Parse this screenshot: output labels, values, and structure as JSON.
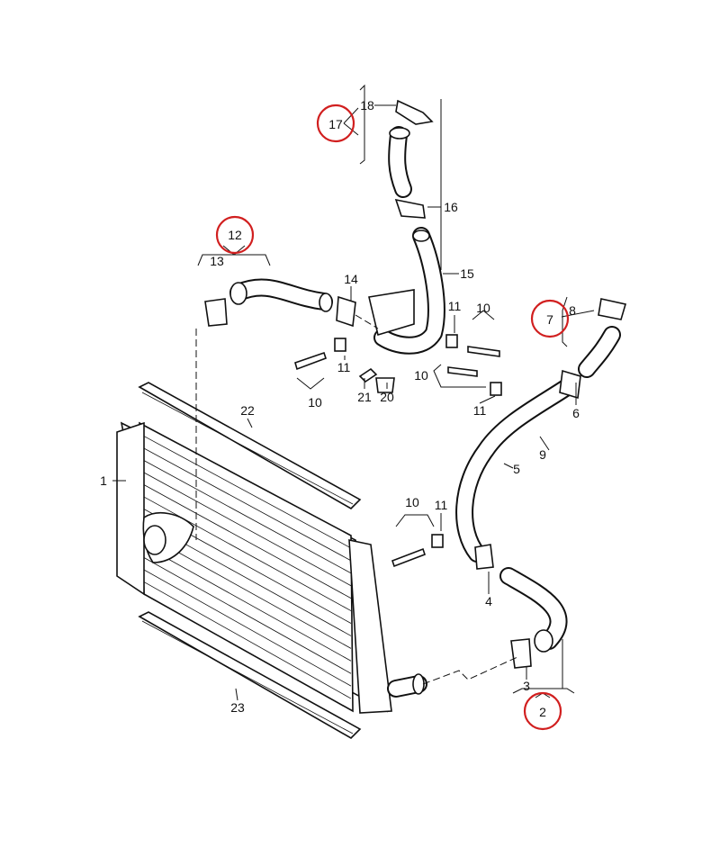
{
  "diagram": {
    "accent_color": "#d11f1f",
    "labels": {
      "p1": "1",
      "p2": "2",
      "p3": "3",
      "p4": "4",
      "p5": "5",
      "p6": "6",
      "p7": "7",
      "p8": "8",
      "p9": "9",
      "p10a": "10",
      "p10b": "10",
      "p10c": "10",
      "p10d": "10",
      "p11a": "11",
      "p11b": "11",
      "p11c": "11",
      "p11d": "11",
      "p12": "12",
      "p13": "13",
      "p14": "14",
      "p15": "15",
      "p16": "16",
      "p17": "17",
      "p18": "18",
      "p20": "20",
      "p21": "21",
      "p22": "22",
      "p23": "23"
    },
    "highlighted": [
      "12",
      "17",
      "7",
      "2"
    ]
  }
}
